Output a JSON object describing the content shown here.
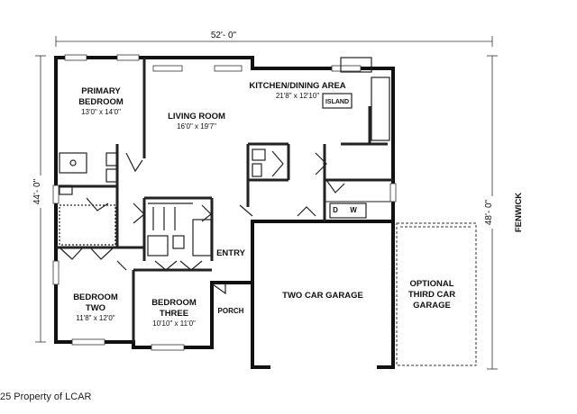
{
  "dimensions": {
    "width": "52'- 0\"",
    "left_depth": "44'- 0\"",
    "right_depth": "48'- 0\""
  },
  "street": "FENWICK",
  "rooms": {
    "primary_bedroom": {
      "name": [
        "PRIMARY",
        "BEDROOM"
      ],
      "size": "13'0\" x 14'0\""
    },
    "living_room": {
      "name": "LIVING ROOM",
      "size": "16'0\" x 19'7\""
    },
    "kitchen": {
      "name": "KITCHEN/DINING AREA",
      "size": "21'8\" x 12'10\""
    },
    "island": "ISLAND",
    "bedroom_two": {
      "name": "BEDROOM",
      "name2": "TWO",
      "size": "11'8\" x 12'0\""
    },
    "bedroom_three": {
      "name": "BEDROOM",
      "name2": "THREE",
      "size": "10'10\" x 11'0\""
    },
    "entry": "ENTRY",
    "porch": "PORCH",
    "garage": "TWO CAR GARAGE",
    "third_garage": [
      "OPTIONAL",
      "THIRD CAR",
      "GARAGE"
    ],
    "washer_dryer": [
      "D",
      "W"
    ]
  },
  "watermark": "25 Property of LCAR"
}
